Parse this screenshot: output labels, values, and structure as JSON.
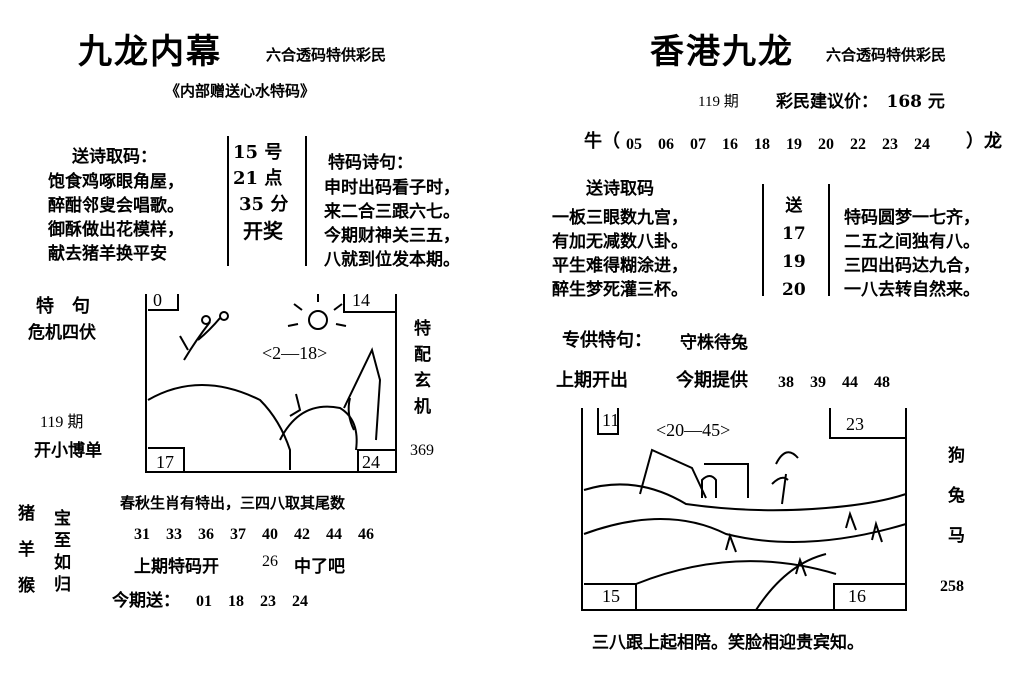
{
  "left": {
    "title": "九龙内幕",
    "subtitle": "六合透码特供彩民",
    "tagline": "《内部赠送心水特码》",
    "poem_heading": "送诗取码：",
    "poem_lines": [
      "饱食鸡啄眼角屋，",
      "醉酣邻叟会唱歌。",
      "御酥做出花模样，",
      "献去猪羊换平安"
    ],
    "time_lines": [
      "15 号",
      "21 点",
      "35 分",
      "开奖"
    ],
    "verse_heading": "特码诗句：",
    "verse_lines": [
      "申时出码看子时，",
      "来二合三跟六七。",
      "今期财神关三五，",
      "八就到位发本期。"
    ],
    "special_label": "特　句",
    "special_phrase": "危机四伏",
    "issue": "119 期",
    "open_text": "开小博单",
    "pic_tl": "0",
    "pic_tr": "14",
    "pic_bl": "17",
    "pic_br": "24",
    "pic_range": "<2—18>",
    "side_vertical": [
      "特",
      "配",
      "玄",
      "机"
    ],
    "side_number": "369",
    "animals": [
      "猪",
      "羊",
      "猴"
    ],
    "treasure": [
      "宝",
      "至",
      "如",
      "归"
    ],
    "hint": "春秋生肖有特出，三四八取其尾数",
    "numbers": "31　33　36　37　40　42　44　46",
    "last_label": "上期特码开",
    "last_number": "26",
    "last_tail": "中了吧",
    "give_label": "今期送：",
    "give_numbers": "01　18　23　24"
  },
  "right": {
    "title": "香港九龙",
    "subtitle": "六合透码特供彩民",
    "issue": "119 期",
    "price": "彩民建议价：　168 元",
    "niu_prefix": "牛（",
    "niu_numbers": "05　06　07　16　18　19　20　22　23　24",
    "niu_suffix": "）龙",
    "poem_heading": "送诗取码",
    "poem_lines": [
      "一板三眼数九宫，",
      "有加无减数八卦。",
      "平生难得糊涂进，",
      "醉生梦死灌三杯。"
    ],
    "send_label": "送",
    "send_numbers": [
      "17",
      "19",
      "20"
    ],
    "verse_lines": [
      "特码圆梦一七齐，",
      "二五之间独有八。",
      "三四出码达九合，",
      "一八去转自然来。"
    ],
    "special_label": "专供特句：",
    "special_phrase": "守株待兔",
    "last_label": "上期开出",
    "provide_label": "今期提供",
    "provide_numbers": "38　39　44　48",
    "pic_tl": "11",
    "pic_tr": "23",
    "pic_bl": "15",
    "pic_br": "16",
    "pic_range": "<20—45>",
    "side_animals": [
      "狗",
      "兔",
      "马"
    ],
    "side_number": "258",
    "footer": "三八跟上起相陪。笑脸相迎贵宾知。"
  }
}
